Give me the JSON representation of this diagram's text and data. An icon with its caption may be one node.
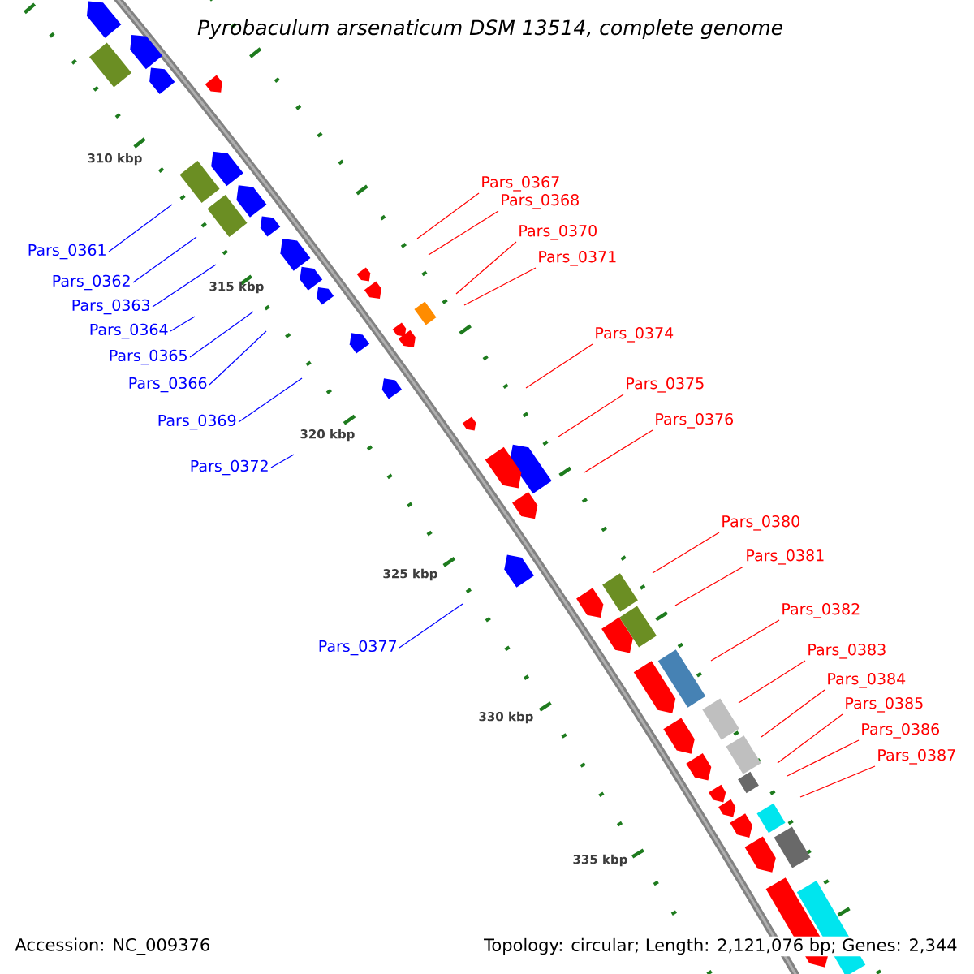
{
  "diagram": {
    "title": "Pyrobaculum arsenaticum DSM 13514, complete genome",
    "nodes": [
      {
        "text": [
          "Pars_0361"
        ]
      },
      {
        "text": [
          "Pars_0362"
        ]
      },
      {
        "text": [
          "Pars_0363"
        ]
      },
      {
        "text": [
          "Pars_0364"
        ]
      },
      {
        "text": [
          "Pars_0365"
        ]
      },
      {
        "text": [
          "Pars_0366"
        ]
      },
      {
        "text": [
          "Pars_0367"
        ]
      },
      {
        "text": [
          "Pars_0368"
        ]
      },
      {
        "text": [
          "Pars_0369"
        ]
      },
      {
        "text": [
          "Pars_0370"
        ]
      },
      {
        "text": [
          "Pars_0371"
        ]
      },
      {
        "text": [
          "Pars_0372"
        ]
      },
      {
        "text": [
          "Pars_0374"
        ]
      },
      {
        "text": [
          "Pars_0375"
        ]
      },
      {
        "text": [
          "Pars_0376"
        ]
      },
      {
        "text": [
          "Pars_0377"
        ]
      },
      {
        "text": [
          "Pars_0380"
        ]
      },
      {
        "text": [
          "Pars_0381"
        ]
      },
      {
        "text": [
          "Pars_0382"
        ]
      },
      {
        "text": [
          "Pars_0383"
        ]
      },
      {
        "text": [
          "Pars_0384"
        ]
      },
      {
        "text": [
          "Pars_0385"
        ]
      },
      {
        "text": [
          "Pars_0386"
        ]
      },
      {
        "text": [
          "Pars_0387"
        ]
      }
    ],
    "edges": [
      {
        "from": 0,
        "to": null,
        "arrow": "none",
        "color": "#0000ff"
      },
      {
        "from": 1,
        "to": null,
        "arrow": "none",
        "color": "#0000ff"
      },
      {
        "from": 2,
        "to": null,
        "arrow": "none",
        "color": "#0000ff"
      },
      {
        "from": 3,
        "to": null,
        "arrow": "none",
        "color": "#0000ff"
      },
      {
        "from": 4,
        "to": null,
        "arrow": "none",
        "color": "#0000ff"
      },
      {
        "from": 5,
        "to": null,
        "arrow": "none",
        "color": "#0000ff"
      },
      {
        "from": 6,
        "to": null,
        "arrow": "none"
      },
      {
        "from": 7,
        "to": null,
        "arrow": "none"
      },
      {
        "from": 8,
        "to": null,
        "arrow": "none",
        "color": "#0000ff"
      },
      {
        "from": 9,
        "to": null,
        "arrow": "none"
      },
      {
        "from": 10,
        "to": null,
        "arrow": "none"
      },
      {
        "from": 11,
        "to": null,
        "arrow": "none",
        "color": "#0000ff"
      },
      {
        "from": 12,
        "to": null,
        "arrow": "none"
      },
      {
        "from": 13,
        "to": null,
        "arrow": "none"
      },
      {
        "from": 14,
        "to": null,
        "arrow": "none"
      },
      {
        "from": 15,
        "to": null,
        "arrow": "none",
        "color": "#0000ff"
      },
      {
        "from": 16,
        "to": null,
        "arrow": "none"
      },
      {
        "from": 17,
        "to": null,
        "arrow": "none"
      },
      {
        "from": 18,
        "to": null,
        "arrow": "none"
      },
      {
        "from": 19,
        "to": null,
        "arrow": "none"
      },
      {
        "from": 20,
        "to": null,
        "arrow": "none"
      },
      {
        "from": 21,
        "to": null,
        "arrow": "none"
      },
      {
        "from": 22,
        "to": null,
        "arrow": "none"
      },
      {
        "from": 23,
        "to": null,
        "arrow": "none"
      }
    ],
    "labels": [
      "310 kbp",
      "315 kbp",
      "320 kbp",
      "325 kbp",
      "330 kbp",
      "335 kbp",
      "Accession: NC_009376",
      "Topology: circular; Length: 2,121,076 bp; Genes: 2,344"
    ]
  }
}
